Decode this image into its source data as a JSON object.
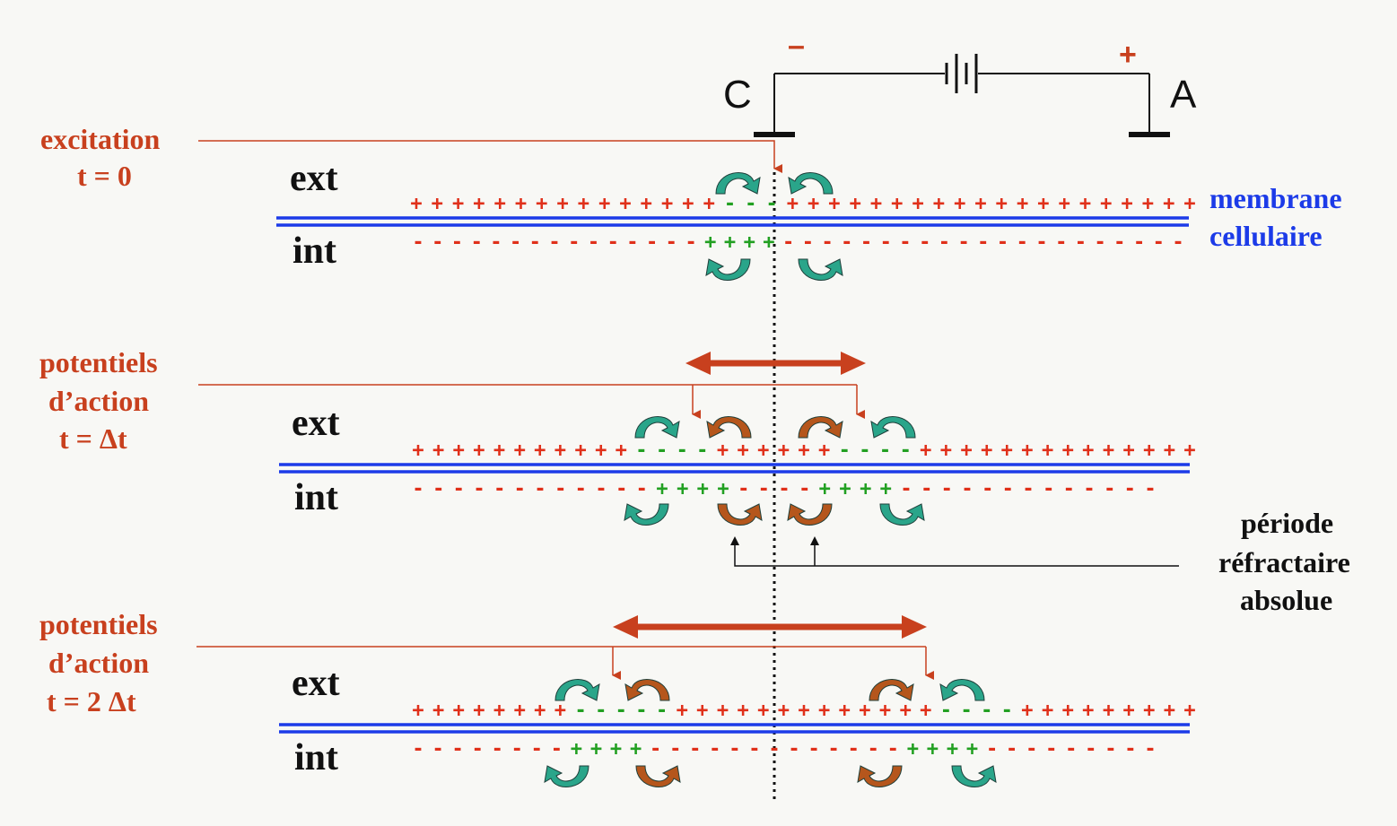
{
  "colors": {
    "red": "#c8401e",
    "plus_red": "#e0301a",
    "green": "#22a022",
    "blue": "#1c3be8",
    "teal_arrow": "#2aa58a",
    "brown_arrow": "#b5561c",
    "black": "#111111"
  },
  "labels": {
    "excitation": "excitation",
    "t0": "t = 0",
    "pa1_line1": "potentiels",
    "pa1_line2": "d’action",
    "pa1_line3": "t  =  Δt",
    "pa2_line1": "potentiels",
    "pa2_line2": "d’action",
    "pa2_line3": "t  =  2 Δt",
    "ext": "ext",
    "int": "int",
    "membrane_line1": "membrane",
    "membrane_line2": "cellulaire",
    "refr_line1": "période",
    "refr_line2": "réfractaire",
    "refr_line3": "absolue",
    "electrode_c": "C",
    "electrode_a": "A",
    "minus_sign": "–",
    "plus_sign": "+"
  },
  "charges": {
    "row1_ext": "+++++++++++++++---++++++++++++++++++++",
    "row1_int": "---------------++++---------------------",
    "row2_ext": "+++++++++++----++++++----++++++++++++++",
    "row2_int": "------------++++----++++-------------",
    "row3_ext": "++++++++-----+++++++++++++----+++++++++",
    "row3_int": "--------++++-------------++++---------"
  },
  "icons": {
    "battery": "battery-icon",
    "teal_arrow": "curved-arrow-teal-icon",
    "brown_arrow": "curved-arrow-brown-icon"
  }
}
